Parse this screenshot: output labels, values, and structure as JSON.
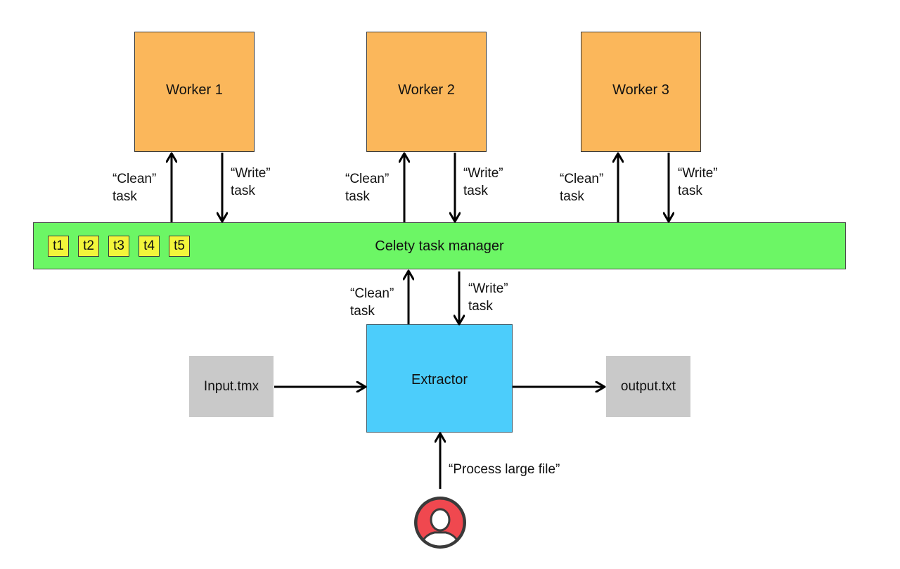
{
  "workers": [
    {
      "label": "Worker 1"
    },
    {
      "label": "Worker 2"
    },
    {
      "label": "Worker 3"
    }
  ],
  "manager": {
    "label": "Celety task manager",
    "tasks": [
      "t1",
      "t2",
      "t3",
      "t4",
      "t5"
    ]
  },
  "extractor": {
    "label": "Extractor"
  },
  "files": {
    "input": "Input.tmx",
    "output": "output.txt"
  },
  "edges": {
    "clean": "“Clean”\ntask",
    "write": "“Write”\ntask",
    "request": "“Process large file”"
  },
  "user": {
    "icon": "user-icon"
  },
  "colors": {
    "worker": "#fbb75b",
    "manager": "#6cf665",
    "task_token": "#f2f53b",
    "extractor": "#4ccdfb",
    "file": "#c9c9c9",
    "user": "#f0484f"
  }
}
